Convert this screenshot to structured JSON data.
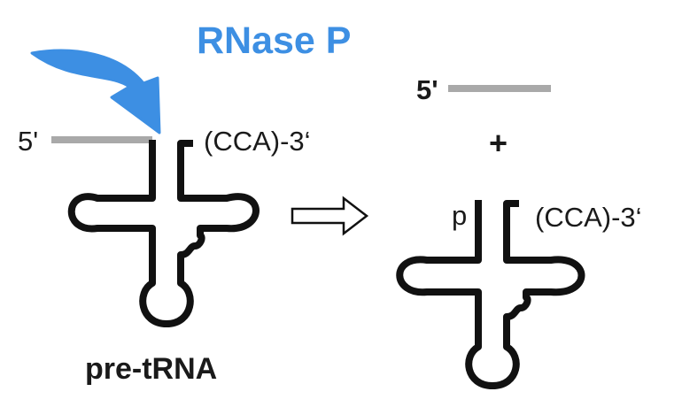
{
  "title": "RNase P",
  "colors": {
    "enzyme": "#3d8fe3",
    "leader": "#a9a9a9",
    "trna_outline": "#111111",
    "text": "#1a1a1a"
  },
  "left": {
    "five_prime": "5'",
    "three_prime": "(CCA)-3‘",
    "caption": "pre-tRNA"
  },
  "right": {
    "five_prime": "5'",
    "plus": "+",
    "phosphate": "p",
    "three_prime": "(CCA)-3‘"
  },
  "icons": {
    "cleavage": "curved-arrow-icon",
    "reaction": "outline-right-arrow-icon"
  }
}
